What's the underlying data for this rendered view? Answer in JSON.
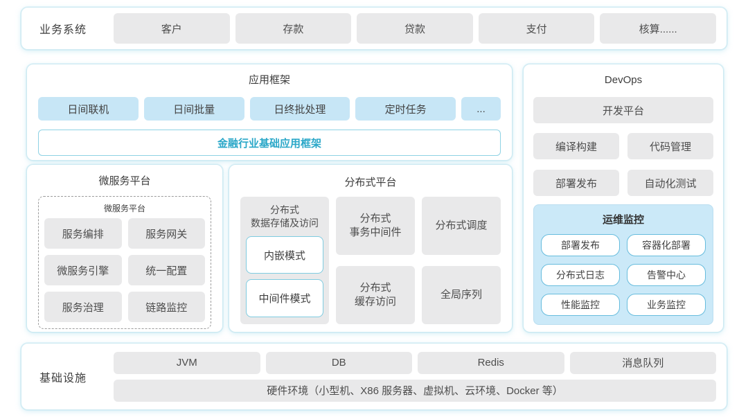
{
  "palette": {
    "accent_teal": "#2aa7c8",
    "light_blue_box": "#c7e6f6",
    "monitor_panel_blue": "#cbe9f8",
    "gray_box": "#e9e9ea",
    "container_border": "#cfeaf2",
    "outline_blue": "#66bcdd"
  },
  "business_systems": {
    "label": "业务系统",
    "items": [
      "客户",
      "存款",
      "贷款",
      "支付",
      "核算......"
    ]
  },
  "app_framework": {
    "title": "应用框架",
    "items": [
      "日间联机",
      "日间批量",
      "日终批处理",
      "定时任务",
      "..."
    ],
    "base_framework": "金融行业基础应用框架"
  },
  "devops": {
    "title": "DevOps",
    "dev_platform": "开发平台",
    "tools": [
      "编译构建",
      "代码管理",
      "部署发布",
      "自动化测试"
    ],
    "monitoring": {
      "title": "运维监控",
      "items": [
        "部署发布",
        "容器化部署",
        "分布式日志",
        "告警中心",
        "性能监控",
        "业务监控"
      ]
    }
  },
  "microservice_platform": {
    "title": "微服务平台",
    "inner_title": "微服务平台",
    "items": [
      "服务编排",
      "服务网关",
      "微服务引擎",
      "统一配置",
      "服务治理",
      "链路监控"
    ]
  },
  "distributed_platform": {
    "title": "分布式平台",
    "data_storage": {
      "title": "分布式\n数据存储及访问",
      "modes": [
        "内嵌模式",
        "中间件模式"
      ]
    },
    "middle_column": [
      "分布式\n事务中间件",
      "分布式\n缓存访问"
    ],
    "right_column": [
      "分布式调度",
      "全局序列"
    ]
  },
  "infrastructure": {
    "label": "基础设施",
    "items": [
      "JVM",
      "DB",
      "Redis",
      "消息队列"
    ],
    "hardware": "硬件环境（小型机、X86 服务器、虚拟机、云环境、Docker 等）"
  }
}
